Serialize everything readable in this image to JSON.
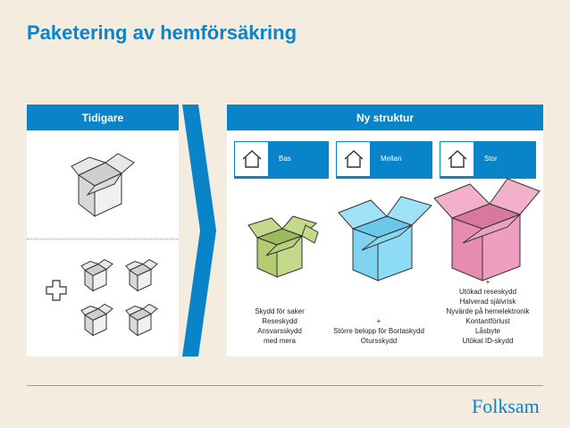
{
  "title": "Paketering av hemförsäkring",
  "before": {
    "header": "Tidigare"
  },
  "after": {
    "header": "Ny struktur"
  },
  "tiers": [
    {
      "name": "Bas"
    },
    {
      "name": "Mellan"
    },
    {
      "name": "Stor"
    }
  ],
  "bas_items": [
    "Skydd för saker",
    "Reseskydd",
    "Ansvarsskydd",
    "med mera"
  ],
  "mellan_items": [
    "+",
    "Större belopp för Bortaskydd",
    "Otursskydd"
  ],
  "stor_items": [
    "+",
    "Utökad reseskydd",
    "Halverad självrisk",
    "Nyvärde på hemelektronik",
    "Kontantförlust",
    "Låsbyte",
    "Utökat ID-skydd"
  ],
  "brand": "Folksam",
  "colors": {
    "accent": "#0a84c8",
    "background": "#f3ecdf",
    "box_gray": "#e6e6e6",
    "box_green": "#c5d98a",
    "box_blue": "#8fdcf6",
    "box_pink": "#ee9ebe"
  },
  "icons": [
    "house-icon",
    "plus-icon",
    "arrow-chevron-icon"
  ]
}
